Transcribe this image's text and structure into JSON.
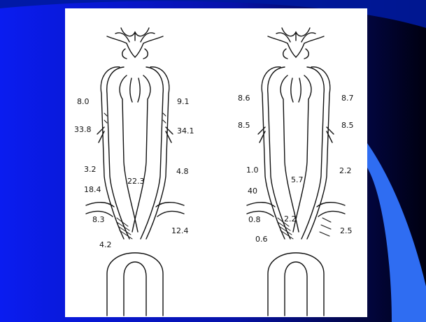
{
  "colors": {
    "background_top": "#001a9e",
    "background_blue": "#0a1cf0",
    "background_dark": "#000010",
    "accent_swoosh": "#2f6df2",
    "panel": "#ffffff",
    "ink": "#111111"
  },
  "figure": {
    "left_diagram": {
      "labels": [
        "8.0",
        "9.1",
        "33.8",
        "34.1",
        "3.2",
        "4.8",
        "22.3",
        "18.4",
        "8.3",
        "12.4",
        "4.2"
      ]
    },
    "right_diagram": {
      "labels": [
        "8.6",
        "8.7",
        "8.5",
        "8.5",
        "1.0",
        "5.7",
        "2.2",
        "40",
        "0.8",
        "2.2",
        "2.5",
        "0.6"
      ]
    }
  }
}
